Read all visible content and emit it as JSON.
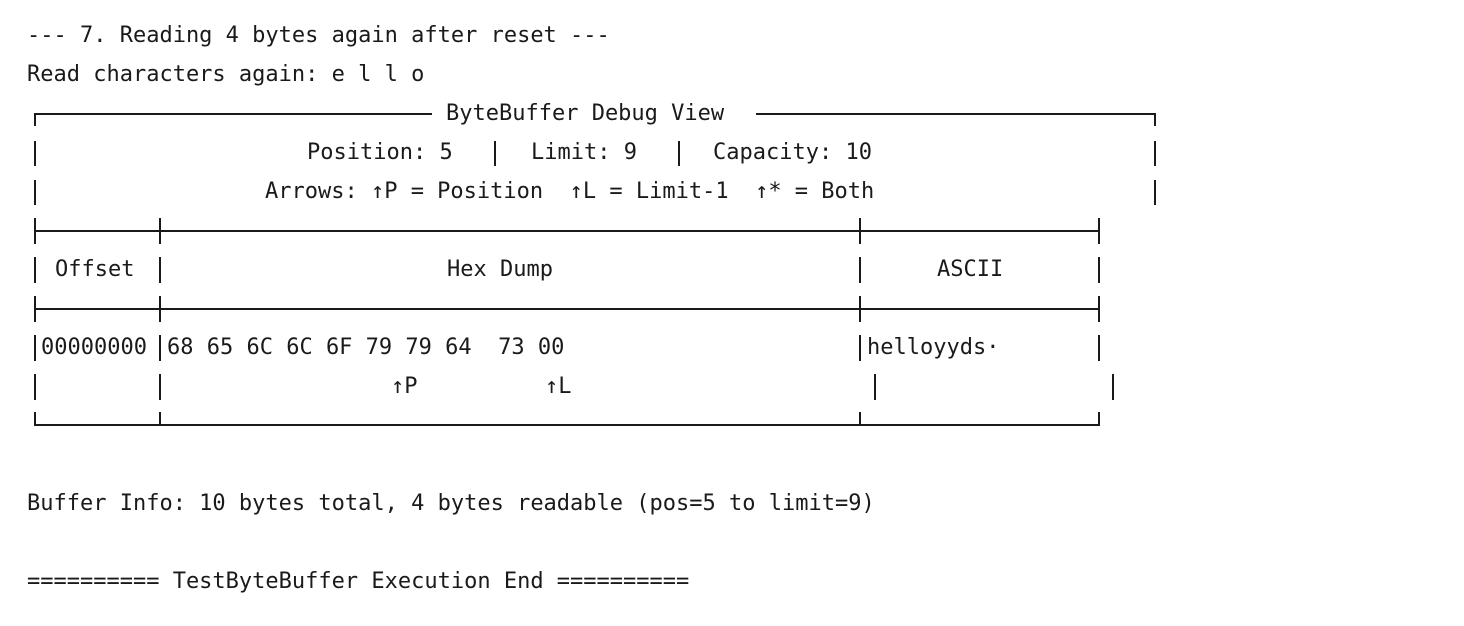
{
  "console": {
    "section_header": "--- 7. Reading 4 bytes again after reset ---",
    "read_line": "Read characters again: e l l o",
    "debug_view_title": "ByteBuffer Debug View",
    "status": {
      "position": "Position: 5",
      "limit": "Limit: 9",
      "capacity": "Capacity: 10"
    },
    "arrows_legend": "Arrows: ↑P = Position  ↑L = Limit-1  ↑* = Both",
    "table": {
      "headers": {
        "offset": "Offset",
        "hex": "Hex Dump",
        "ascii": "ASCII"
      },
      "row": {
        "offset": "00000000",
        "hex": "68 65 6C 6C 6F 79 79 64  73 00",
        "ascii": "helloyyds·"
      },
      "markers": {
        "position": "↑P",
        "limit": "↑L"
      }
    },
    "buffer_info": "Buffer Info: 10 bytes total, 4 bytes readable (pos=5 to limit=9)",
    "end_line": "========== TestByteBuffer Execution End =========="
  }
}
